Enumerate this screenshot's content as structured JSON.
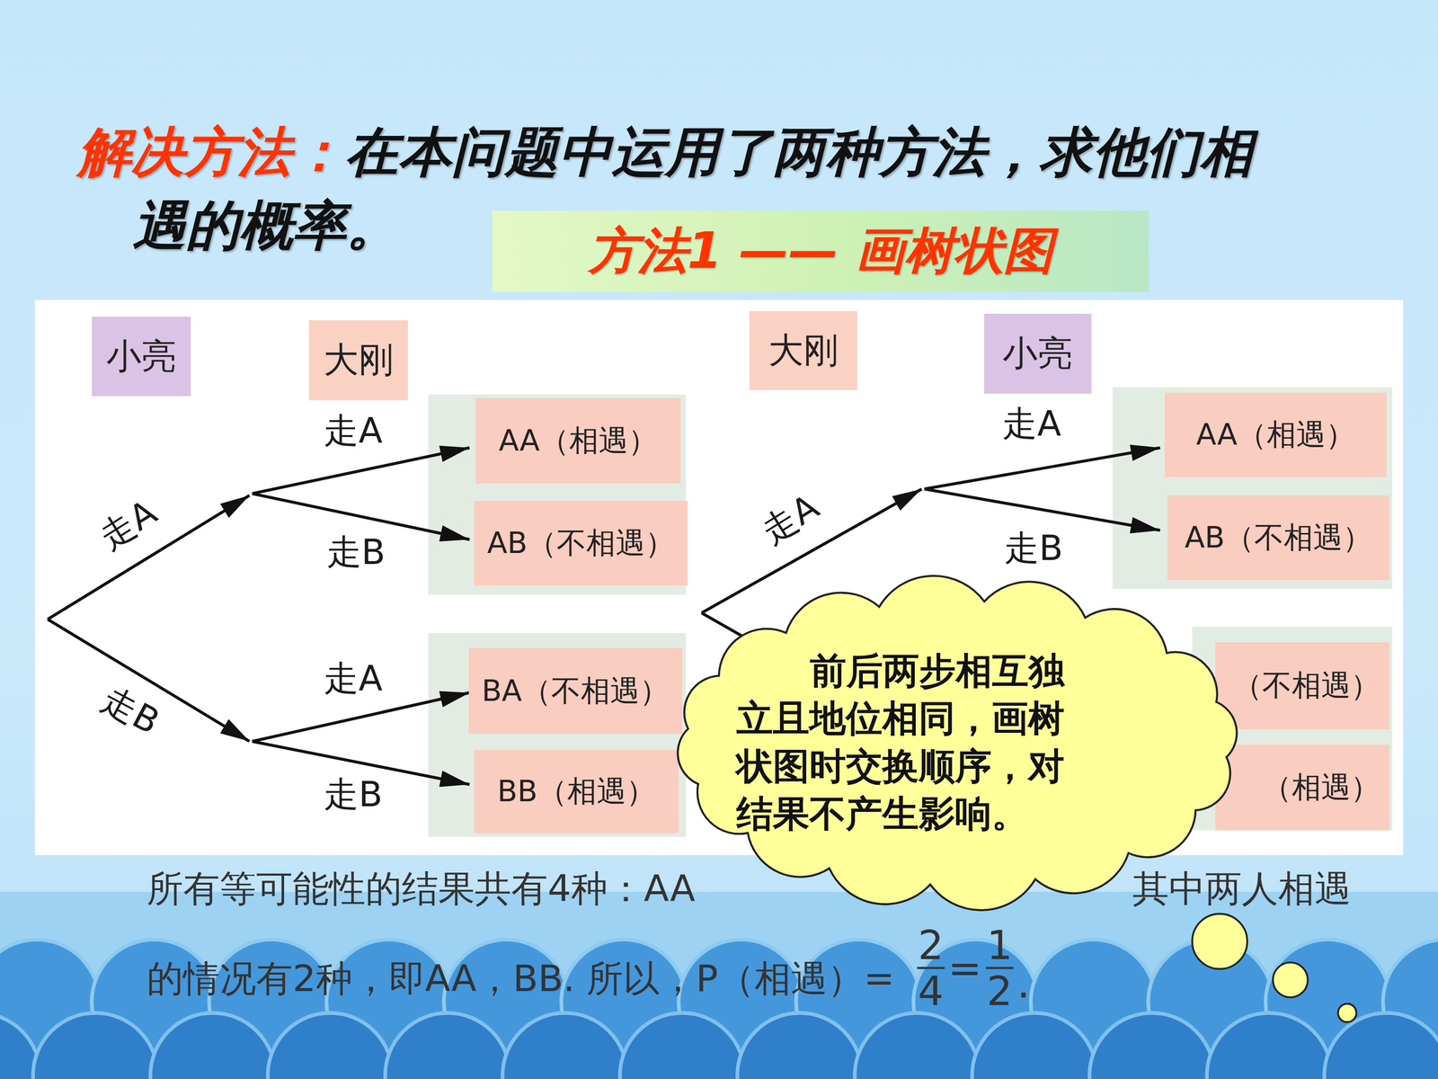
{
  "diagram": {
    "nodes": [
      {
        "text": [
          "方法1 —— 画树状图"
        ]
      },
      {
        "text": [
          "小亮"
        ]
      },
      {
        "text": [
          "大刚"
        ]
      },
      {
        "text": [
          "AA（相遇）"
        ]
      },
      {
        "text": [
          "AB（不相遇）"
        ]
      },
      {
        "text": [
          "BA（不相遇）"
        ]
      },
      {
        "text": [
          "BB（相遇）"
        ]
      },
      {
        "text": [
          "大刚"
        ]
      },
      {
        "text": [
          "小亮"
        ]
      },
      {
        "text": [
          "AA（相遇）"
        ]
      },
      {
        "text": [
          "AB（不相遇）"
        ]
      },
      {
        "text": [
          "（不相遇）"
        ]
      },
      {
        "text": [
          "（相遇）"
        ]
      },
      {
        "text": [
          "前后两步相互独立且地位相同，画树状图时交换顺序，对结果不产生影响。"
        ]
      }
    ],
    "labels": [
      "解决方法：",
      "在本问题中运用了两种方法，求他们相遇的概率。",
      "走A",
      "走B",
      "走A",
      "走B",
      "走A",
      "走B",
      "走A",
      "走A",
      "走B",
      "所有等可能性的结果共有4种：AA",
      "其中两人相遇",
      "的情况有2种，即AA，BB. 所以，P（相遇）=",
      "2",
      "4",
      "=",
      "1",
      "2",
      "."
    ]
  }
}
